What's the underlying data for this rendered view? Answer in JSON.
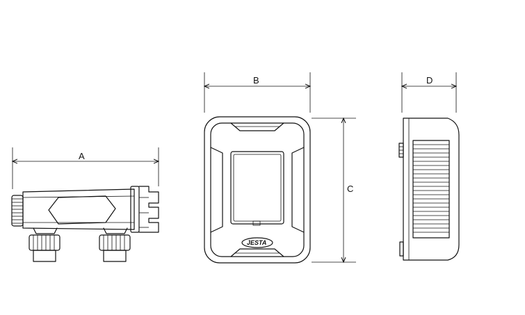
{
  "dimensions": {
    "a": "A",
    "b": "B",
    "c": "C",
    "d": "D"
  },
  "brand_logo": "JESTA",
  "colors": {
    "line": "#111111",
    "background": "#ffffff"
  }
}
